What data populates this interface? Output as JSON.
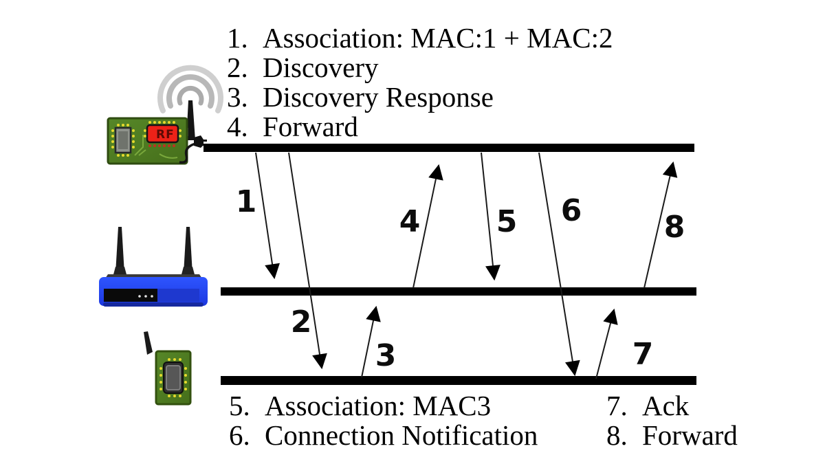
{
  "legend_top": {
    "items": [
      {
        "num": "1.",
        "label": "Association: MAC:1 + MAC:2"
      },
      {
        "num": "2.",
        "label": "Discovery"
      },
      {
        "num": "3.",
        "label": "Discovery Response"
      },
      {
        "num": "4.",
        "label": "Forward"
      }
    ]
  },
  "legend_bottom_left": {
    "items": [
      {
        "num": "5.",
        "label": "Association: MAC3"
      },
      {
        "num": "6.",
        "label": "Connection Notification"
      }
    ]
  },
  "legend_bottom_right": {
    "items": [
      {
        "num": "7.",
        "label": "Ack"
      },
      {
        "num": "8.",
        "label": "Forward"
      }
    ]
  },
  "arrows": [
    {
      "label": "1",
      "from": "rf-gateway",
      "to": "router",
      "direction": "down"
    },
    {
      "label": "2",
      "from": "rf-gateway",
      "to": "end-device",
      "direction": "down"
    },
    {
      "label": "3",
      "from": "end-device",
      "to": "router",
      "direction": "up"
    },
    {
      "label": "4",
      "from": "router",
      "to": "rf-gateway",
      "direction": "up"
    },
    {
      "label": "5",
      "from": "rf-gateway",
      "to": "router",
      "direction": "down"
    },
    {
      "label": "6",
      "from": "rf-gateway",
      "to": "end-device",
      "direction": "down"
    },
    {
      "label": "7",
      "from": "end-device",
      "to": "router",
      "direction": "up"
    },
    {
      "label": "8",
      "from": "router",
      "to": "rf-gateway",
      "direction": "up"
    }
  ],
  "devices": {
    "rf_gateway": {
      "chip_label": "RF"
    },
    "router": {},
    "end_device": {}
  },
  "colors": {
    "timeline_black": "#000000",
    "board_green": "#4d7a1f",
    "rf_chip_red": "#ec2218",
    "router_blue": "#2545f5",
    "radio_wave_gray": "#b8b8b8"
  }
}
